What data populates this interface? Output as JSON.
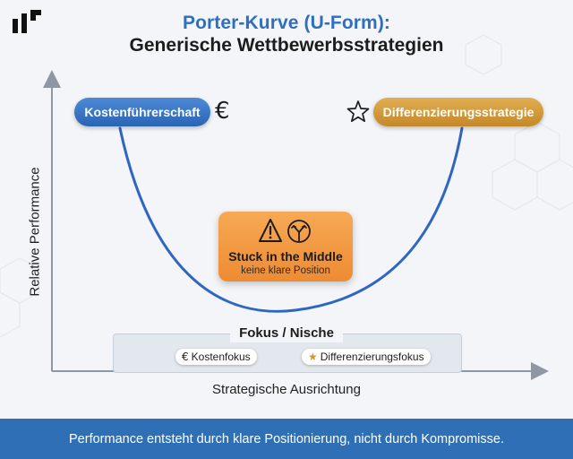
{
  "header": {
    "title": "Porter-Kurve (U-Form):",
    "subtitle": "Generische Wettbewerbsstrategien"
  },
  "axes": {
    "y_label": "Relative Performance",
    "x_label": "Strategische Ausrichtung"
  },
  "strategies": {
    "cost_leadership": {
      "label": "Kostenführerschaft",
      "icon": "euro-icon",
      "color": "#2f6fbf"
    },
    "differentiation": {
      "label": "Differenzierungsstrategie",
      "icon": "star-icon",
      "color": "#c9902e"
    }
  },
  "stuck": {
    "title": "Stuck in the Middle",
    "subtitle": "keine klare Position",
    "icons": [
      "warning-icon",
      "split-arrow-icon"
    ],
    "color": "#f0923a"
  },
  "focus": {
    "title": "Fokus / Nische",
    "cost_focus": {
      "label": "Kostenfokus",
      "icon": "euro-icon"
    },
    "differentiation_focus": {
      "label": "Differenzierungsfokus",
      "icon": "star-icon"
    }
  },
  "footer": {
    "text": "Performance entsteht durch klare Positionierung, nicht durch Kompromisse."
  },
  "colors": {
    "curve": "#2f66c0",
    "footer_bg": "#2f6fb6",
    "accent_blue": "#2f6fbf",
    "accent_gold": "#c9902e"
  }
}
